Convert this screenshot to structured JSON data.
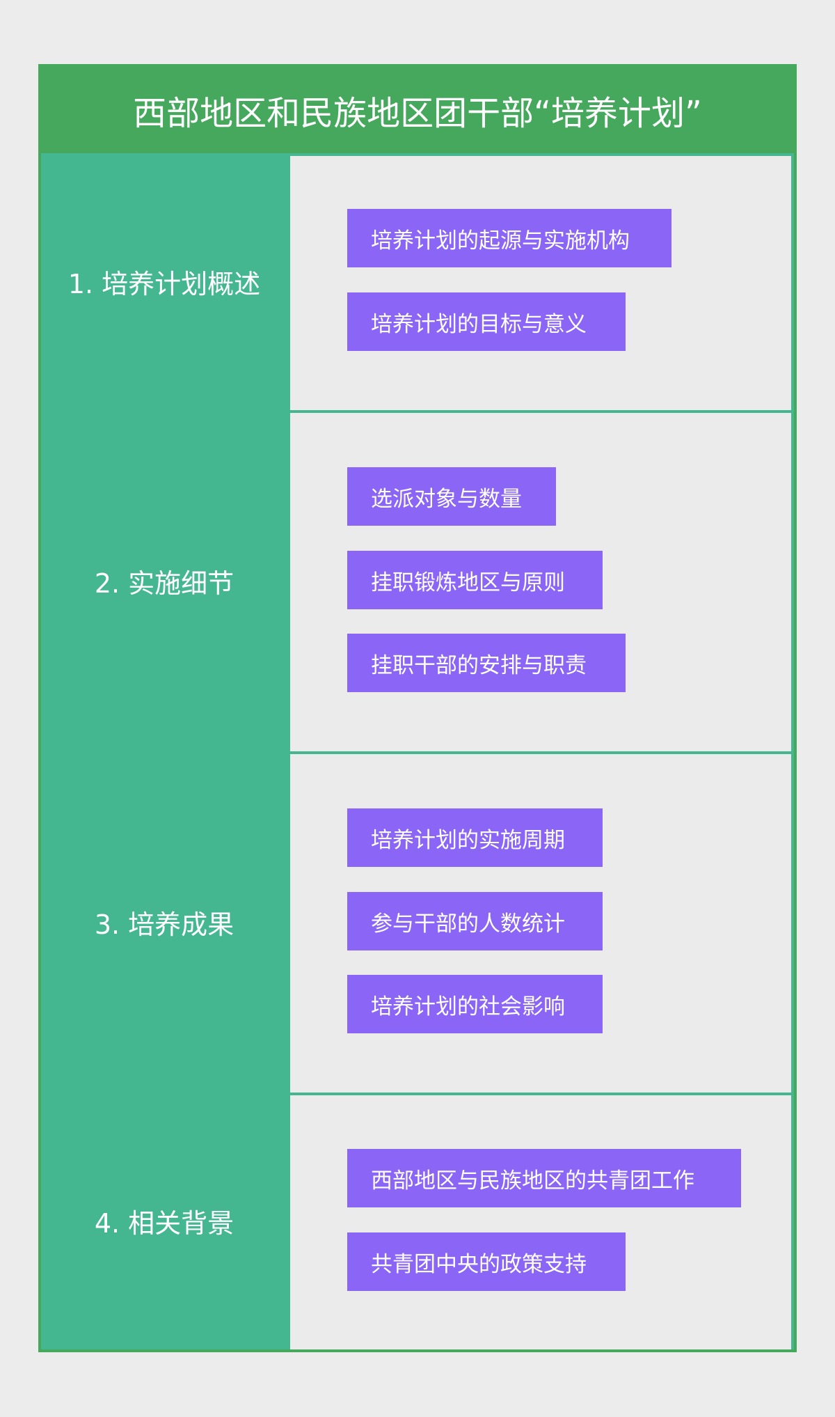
{
  "title": "西部地区和民族地区团干部“培养计划”",
  "colors": {
    "header": "#45a85d",
    "category": "#45b790",
    "panel": "#ebebeb",
    "item": "#8b65f5",
    "background": "#ececec"
  },
  "sections": [
    {
      "label": "1. 培养计划概述",
      "items": [
        "培养计划的起源与实施机构",
        "培养计划的目标与意义"
      ]
    },
    {
      "label": "2. 实施细节",
      "items": [
        "选派对象与数量",
        "挂职锻炼地区与原则",
        "挂职干部的安排与职责"
      ]
    },
    {
      "label": "3. 培养成果",
      "items": [
        "培养计划的实施周期",
        "参与干部的人数统计",
        "培养计划的社会影响"
      ]
    },
    {
      "label": "4. 相关背景",
      "items": [
        "西部地区与民族地区的共青团工作",
        "共青团中央的政策支持"
      ]
    }
  ]
}
